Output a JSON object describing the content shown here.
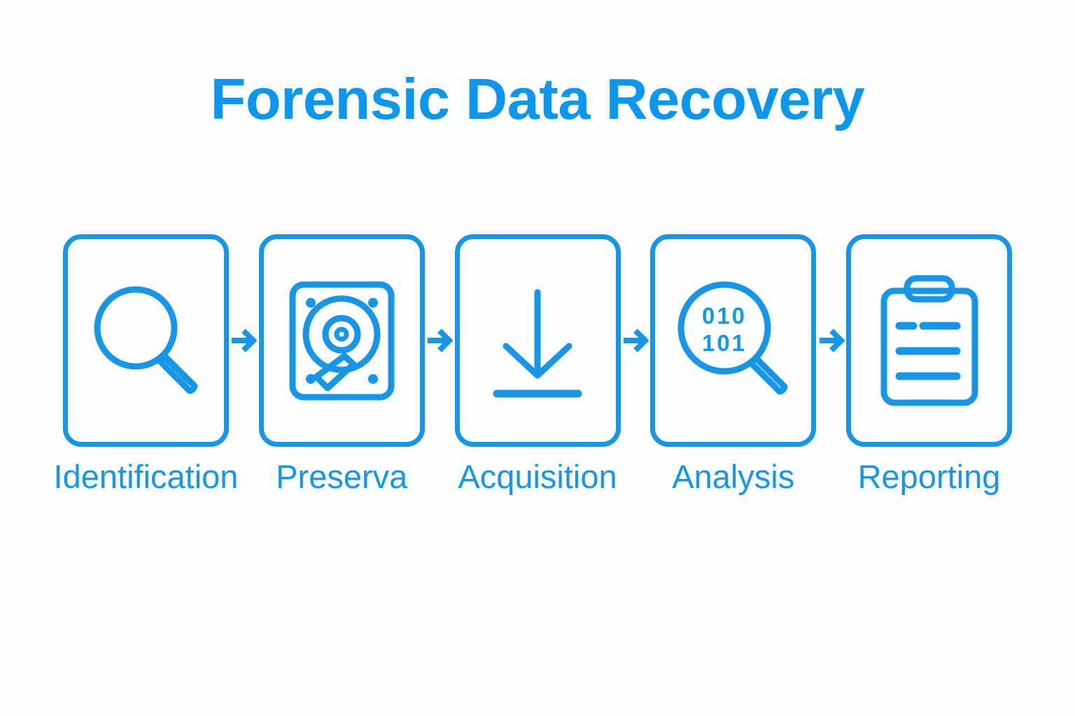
{
  "page": {
    "title": "Forensic Data Recovery",
    "background_color": "#fbfdff",
    "accent_color": "#1796e8",
    "title_color": "#0d97ec"
  },
  "flow": {
    "connector_icon": "arrow-right-icon",
    "steps": [
      {
        "label": "Identification",
        "icon": "magnifier-icon"
      },
      {
        "label": "Preserva",
        "icon": "hard-drive-icon"
      },
      {
        "label": "Acquisition",
        "icon": "download-arrow-icon"
      },
      {
        "label": "Analysis",
        "icon": "binary-magnifier-icon",
        "binary_top": "010",
        "binary_bottom": "101"
      },
      {
        "label": "Reporting",
        "icon": "clipboard-icon"
      }
    ]
  }
}
